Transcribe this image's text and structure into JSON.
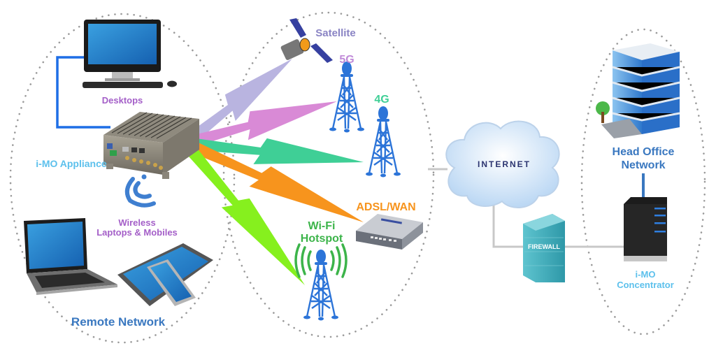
{
  "title": "i-MO Network Diagram",
  "colors": {
    "satellite": "#b9b4e0",
    "fiveg": "#d98ad6",
    "fourg": "#3fcf96",
    "adsl": "#f7941d",
    "wifi": "#86f01e",
    "tower": "#2c74d8",
    "blue_label": "#3a78c0",
    "light_blue_label": "#5cc0ec",
    "purple_label": "#a45fc8"
  },
  "zones": {
    "remote": {
      "label": "Remote Network"
    },
    "head_office": {
      "label_line1": "Head Office",
      "label_line2": "Network"
    }
  },
  "nodes": {
    "desktops": {
      "label": "Desktops"
    },
    "appliance": {
      "label": "i-MO Appliance"
    },
    "wireless": {
      "label_line1": "Wireless",
      "label_line2": "Laptops & Mobiles"
    },
    "satellite": {
      "label": "Satellite"
    },
    "fiveg": {
      "label": "5G"
    },
    "fourg": {
      "label": "4G"
    },
    "adsl": {
      "label": "ADSL/WAN"
    },
    "wifi": {
      "label_line1": "Wi-Fi",
      "label_line2": "Hotspot"
    },
    "internet": {
      "label": "INTERNET"
    },
    "firewall": {
      "label": "FIREWALL"
    },
    "concentrator": {
      "label_line1": "i-MO",
      "label_line2": "Concentrator"
    }
  },
  "links": [
    {
      "from": "appliance",
      "to": "satellite",
      "color_key": "satellite"
    },
    {
      "from": "appliance",
      "to": "fiveg",
      "color_key": "fiveg"
    },
    {
      "from": "appliance",
      "to": "fourg",
      "color_key": "fourg"
    },
    {
      "from": "appliance",
      "to": "adsl",
      "color_key": "adsl"
    },
    {
      "from": "appliance",
      "to": "wifi",
      "color_key": "wifi"
    }
  ]
}
